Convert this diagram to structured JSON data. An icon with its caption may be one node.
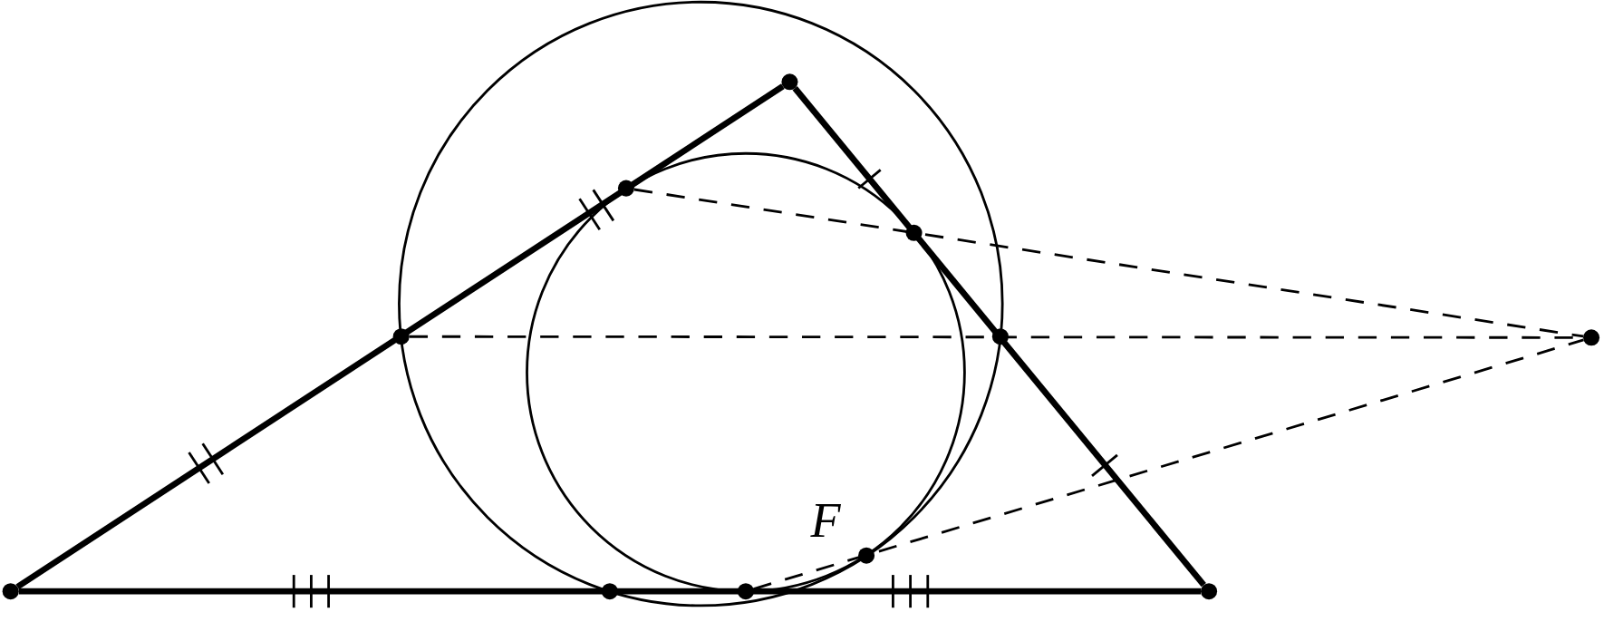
{
  "diagram": {
    "nodes": [
      {
        "text": [],
        "shape": "circle"
      },
      {
        "text": [],
        "shape": "circle"
      },
      {
        "text": [],
        "shape": "circle"
      },
      {
        "text": [],
        "shape": "circle"
      },
      {
        "text": [],
        "shape": "circle"
      },
      {
        "text": [],
        "shape": "circle"
      },
      {
        "text": [],
        "shape": "circle",
        "beside": [
          "F"
        ]
      },
      {
        "text": [],
        "shape": "circle"
      },
      {
        "text": [],
        "shape": "circle"
      },
      {
        "text": [],
        "shape": "circle"
      },
      {
        "text": [],
        "shape": "circle"
      }
    ],
    "edges": [
      {
        "from": 0,
        "to": 5,
        "arrow": "none",
        "style": "thick"
      },
      {
        "from": 5,
        "to": 9,
        "arrow": "none",
        "style": "thick"
      },
      {
        "from": 0,
        "to": 9,
        "arrow": "none",
        "style": "thick"
      },
      {
        "from": 3,
        "to": 10,
        "arrow": "none",
        "style": "dashed"
      },
      {
        "from": 1,
        "to": 10,
        "arrow": "none",
        "style": "dashed"
      },
      {
        "from": 4,
        "to": 10,
        "arrow": "none",
        "style": "dashed"
      }
    ]
  }
}
